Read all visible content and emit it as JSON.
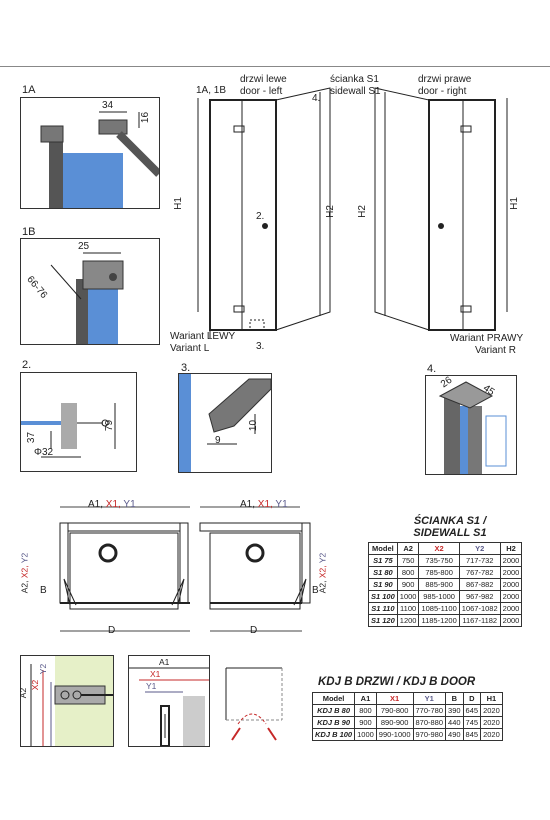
{
  "top": {
    "sec_1A": "1A",
    "sec_1B": "1B",
    "ref_1A_1B": "1A, 1B",
    "ref_4": "4.",
    "ref_2": "2.",
    "ref_3": "3.",
    "doors_left_pl": "drzwi lewe",
    "doors_left_en": "door - left",
    "sidewall_pl": "ścianka S1",
    "sidewall_en": "sidewall S1",
    "doors_right_pl": "drzwi prawe",
    "doors_right_en": "door - right",
    "h1": "H1",
    "h2": "H2",
    "variant_left_pl": "Wariant LEWY",
    "variant_left_en": "Variant L",
    "variant_right_pl": "Wariant PRAWY",
    "variant_right_en": "Variant R",
    "dim_34": "34",
    "dim_16": "16",
    "dim_25": "25",
    "dim_66": "66-76"
  },
  "details": {
    "sec_2": "2.",
    "sec_3": "3.",
    "sec_4": "4.",
    "dim_37": "37",
    "dim_79": "79",
    "dim_phi": "Φ32",
    "dim_10": "10",
    "dim_9": "9",
    "dim_26": "26",
    "dim_45": "45"
  },
  "plans": {
    "a1": "A1,",
    "x1": "X1,",
    "y1": "Y1",
    "a2": "A2,",
    "x2": "X2,",
    "y2": "Y2",
    "b": "B",
    "d": "D"
  },
  "sidewall_table": {
    "title_pl": "ŚCIANKA S1 /",
    "title_en": "SIDEWALL S1",
    "headers": [
      "Model",
      "A2",
      "X2",
      "Y2",
      "H2"
    ],
    "rows": [
      [
        "S1 75",
        "750",
        "735-750",
        "717-732",
        "2000"
      ],
      [
        "S1 80",
        "800",
        "785-800",
        "767-782",
        "2000"
      ],
      [
        "S1 90",
        "900",
        "885-900",
        "867-882",
        "2000"
      ],
      [
        "S1 100",
        "1000",
        "985-1000",
        "967-982",
        "2000"
      ],
      [
        "S1 110",
        "1100",
        "1085-1100",
        "1067-1082",
        "2000"
      ],
      [
        "S1 120",
        "1200",
        "1185-1200",
        "1167-1182",
        "2000"
      ]
    ]
  },
  "bottom_left": {
    "a2": "A2",
    "x2": "X2",
    "y2": "Y2",
    "a1": "A1",
    "x1": "X1",
    "y1": "Y1"
  },
  "door_table": {
    "title": "KDJ B DRZWI / KDJ B DOOR",
    "headers": [
      "Model",
      "A1",
      "X1",
      "Y1",
      "B",
      "D",
      "H1"
    ],
    "rows": [
      [
        "KDJ B 80",
        "800",
        "790-800",
        "770-780",
        "390",
        "645",
        "2020"
      ],
      [
        "KDJ B 90",
        "900",
        "890-900",
        "870-880",
        "440",
        "745",
        "2020"
      ],
      [
        "KDJ B 100",
        "1000",
        "990-1000",
        "970-980",
        "490",
        "845",
        "2020"
      ]
    ]
  }
}
